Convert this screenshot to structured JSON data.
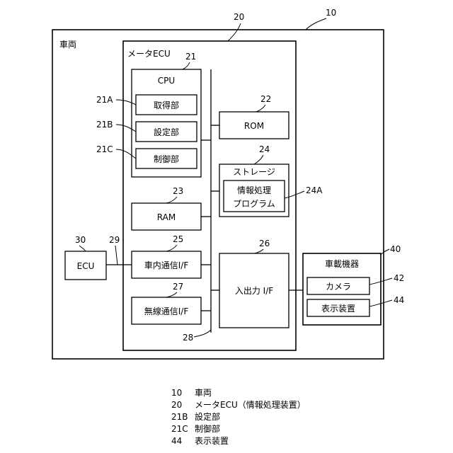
{
  "diagram": {
    "vehicle": {
      "ref": "10",
      "label": "車両"
    },
    "meter_ecu": {
      "ref": "20",
      "label": "メータECU"
    },
    "cpu": {
      "ref": "21",
      "label": "CPU"
    },
    "acquisition_unit": {
      "ref": "21A",
      "label": "取得部"
    },
    "setting_unit": {
      "ref": "21B",
      "label": "設定部"
    },
    "control_unit": {
      "ref": "21C",
      "label": "制御部"
    },
    "rom": {
      "ref": "22",
      "label": "ROM"
    },
    "storage": {
      "ref": "24",
      "label": "ストレージ"
    },
    "program": {
      "ref": "24A",
      "line1": "情報処理",
      "line2": "プログラム"
    },
    "ram": {
      "ref": "23",
      "label": "RAM"
    },
    "in_vehicle_comm": {
      "ref": "25",
      "label": "車内通信I/F"
    },
    "io": {
      "ref": "26",
      "label": "入出力 I/F"
    },
    "wireless_comm": {
      "ref": "27",
      "label": "無線通信I/F"
    },
    "bus": {
      "ref": "28"
    },
    "ecu": {
      "ref": "30",
      "label": "ECU"
    },
    "network": {
      "ref": "29"
    },
    "onboard_devices": {
      "ref": "40",
      "label": "車載機器"
    },
    "camera": {
      "ref": "42",
      "label": "カメラ"
    },
    "display": {
      "ref": "44",
      "label": "表示装置"
    }
  },
  "legend": [
    {
      "num": "10",
      "text": "車両"
    },
    {
      "num": "20",
      "text": "メータECU（情報処理装置）"
    },
    {
      "num": "21B",
      "text": "設定部"
    },
    {
      "num": "21C",
      "text": "制御部"
    },
    {
      "num": "44",
      "text": "表示装置"
    }
  ]
}
